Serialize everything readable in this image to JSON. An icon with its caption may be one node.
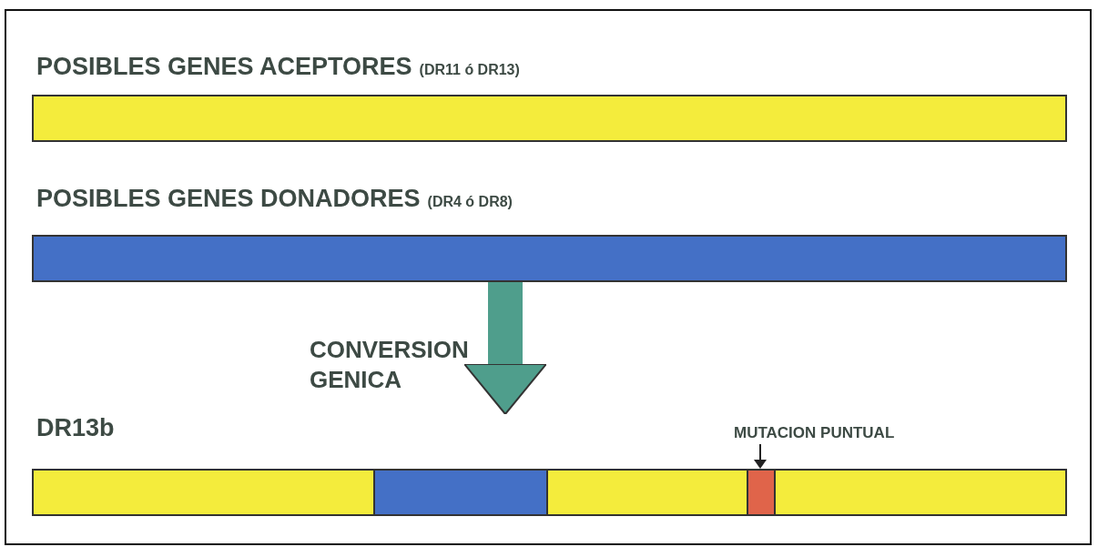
{
  "diagram": {
    "nodes": [
      {
        "text": [
          "POSIBLES GENES ACEPTORES",
          "(DR11 ó DR13)"
        ]
      },
      {
        "text": [
          "POSIBLES GENES DONADORES",
          "(DR4 ó DR8)"
        ]
      },
      {
        "text": [
          "DR13b"
        ]
      },
      {
        "text": [
          "MUTACION PUNTUAL"
        ]
      },
      {
        "text": [],
        "shape": "bar",
        "in": 2
      },
      {
        "text": [],
        "shape": "bar",
        "in": 2
      },
      {
        "text": [],
        "shape": "bar",
        "in": 2
      },
      {
        "text": [],
        "shape": "bar",
        "in": 2
      },
      {
        "text": [],
        "shape": "bar",
        "in": 2
      }
    ],
    "edges": [
      {
        "from": 1,
        "to": 2,
        "arrow": "to",
        "label": "CONVERSION GENICA",
        "style": "thick",
        "color": "#4f9e8c"
      },
      {
        "from": 3,
        "to": 7,
        "arrow": "to",
        "color": "#222222"
      }
    ]
  }
}
